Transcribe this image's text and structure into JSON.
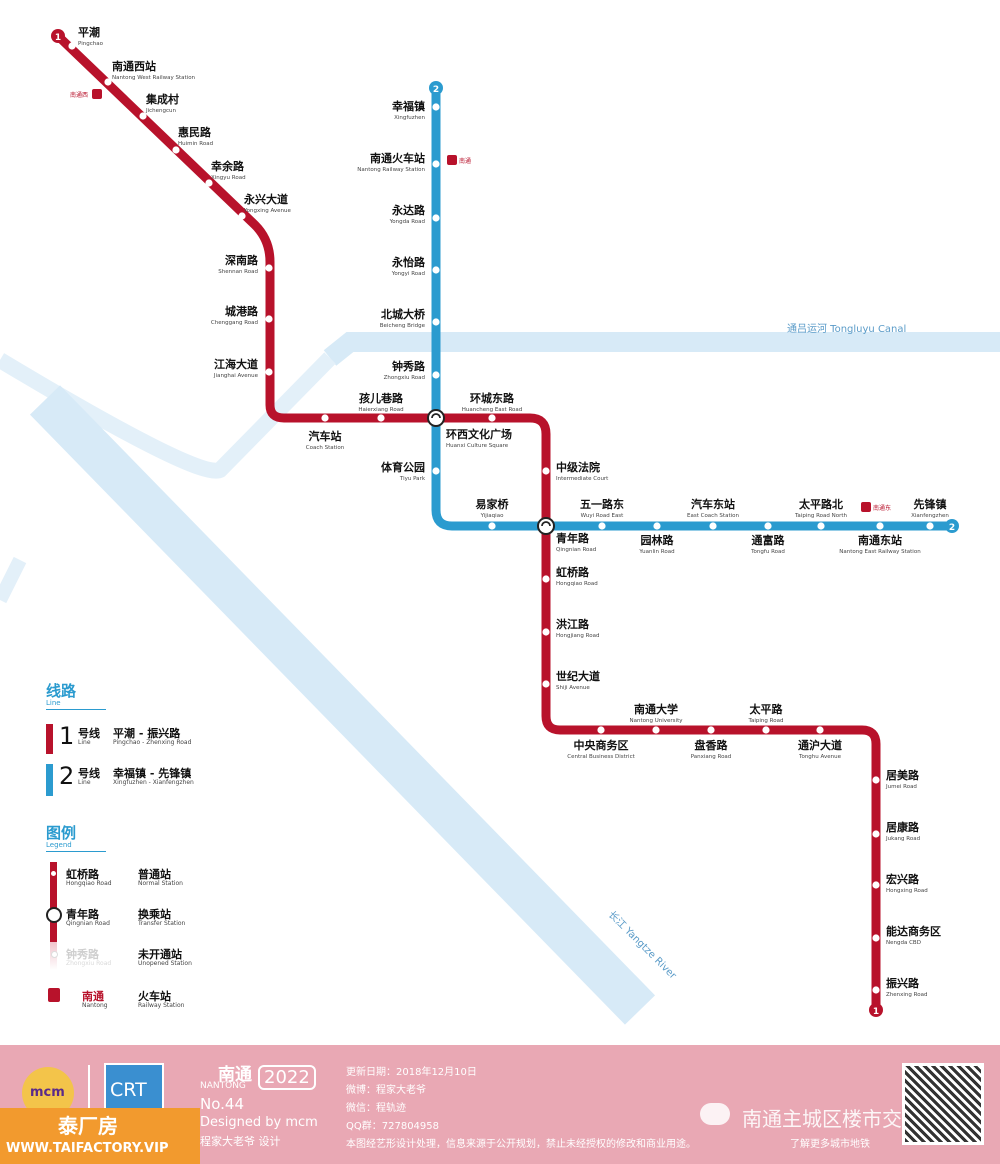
{
  "colors": {
    "line1": "#b8122b",
    "line2": "#2b9bcf",
    "water": "#d7eaf7",
    "footer": "#e9a8b4",
    "badge": "#f29a2e"
  },
  "rivers": {
    "canal": "通吕运河 Tongluyu Canal",
    "yangtze": "长江 Yangtze River"
  },
  "lines": {
    "line1_terminal_number": "1",
    "line2_terminal_number": "2",
    "line1_stations": [
      {
        "cn": "平潮",
        "en": "Pingchao"
      },
      {
        "cn": "南通西站",
        "en": "Nantong West Railway Station"
      },
      {
        "cn": "集成村",
        "en": "Jichengcun"
      },
      {
        "cn": "惠民路",
        "en": "Huimin Road"
      },
      {
        "cn": "幸余路",
        "en": "Xingyu Road"
      },
      {
        "cn": "永兴大道",
        "en": "Yongxing Avenue"
      },
      {
        "cn": "深南路",
        "en": "Shennan Road"
      },
      {
        "cn": "城港路",
        "en": "Chenggang Road"
      },
      {
        "cn": "江海大道",
        "en": "Jianghai Avenue"
      },
      {
        "cn": "汽车站",
        "en": "Coach Station"
      },
      {
        "cn": "孩儿巷路",
        "en": "Haierxiang Road"
      },
      {
        "cn": "环城东路",
        "en": "Huancheng East Road"
      },
      {
        "cn": "中级法院",
        "en": "Intermediate Court"
      },
      {
        "cn": "青年路",
        "en": "Qingnian Road"
      },
      {
        "cn": "虹桥路",
        "en": "Hongqiao Road"
      },
      {
        "cn": "洪江路",
        "en": "Hongjiang Road"
      },
      {
        "cn": "世纪大道",
        "en": "Shiji Avenue"
      },
      {
        "cn": "中央商务区",
        "en": "Central Business District"
      },
      {
        "cn": "南通大学",
        "en": "Nantong University"
      },
      {
        "cn": "盘香路",
        "en": "Panxiang Road"
      },
      {
        "cn": "太平路",
        "en": "Taiping Road"
      },
      {
        "cn": "通沪大道",
        "en": "Tonghu Avenue"
      },
      {
        "cn": "居美路",
        "en": "Jumei Road"
      },
      {
        "cn": "居康路",
        "en": "Jukang Road"
      },
      {
        "cn": "宏兴路",
        "en": "Hongxing Road"
      },
      {
        "cn": "能达商务区",
        "en": "Nengda CBD"
      },
      {
        "cn": "振兴路",
        "en": "Zhenxing Road"
      }
    ],
    "line2_stations": [
      {
        "cn": "幸福镇",
        "en": "Xingfuzhen"
      },
      {
        "cn": "南通火车站",
        "en": "Nantong Railway Station"
      },
      {
        "cn": "永达路",
        "en": "Yongda Road"
      },
      {
        "cn": "永怡路",
        "en": "Yongyi Road"
      },
      {
        "cn": "北城大桥",
        "en": "Beicheng Bridge"
      },
      {
        "cn": "钟秀路",
        "en": "Zhongxiu Road"
      },
      {
        "cn": "环西文化广场",
        "en": "Huanxi Culture Square"
      },
      {
        "cn": "体育公园",
        "en": "Tiyu Park"
      },
      {
        "cn": "易家桥",
        "en": "Yijiaqiao"
      },
      {
        "cn": "五一路东",
        "en": "Wuyi Road East"
      },
      {
        "cn": "园林路",
        "en": "Yuanlin Road"
      },
      {
        "cn": "汽车东站",
        "en": "East Coach Station"
      },
      {
        "cn": "通富路",
        "en": "Tongfu Road"
      },
      {
        "cn": "太平路北",
        "en": "Taiping Road North"
      },
      {
        "cn": "南通东站",
        "en": "Nantong East Railway Station"
      },
      {
        "cn": "先锋镇",
        "en": "Xianfengzhen"
      }
    ],
    "rail_icons": {
      "west": "南通西",
      "central": "南通",
      "east": "南通东"
    }
  },
  "legend_lines": {
    "title_cn": "线路",
    "title_en": "Line",
    "line1": {
      "num": "1",
      "cn_suffix": "号线",
      "en_suffix": "Line",
      "route_cn": "平潮 - 振兴路",
      "route_en": "Pingchao - Zhenxing Road"
    },
    "line2": {
      "num": "2",
      "cn_suffix": "号线",
      "en_suffix": "Line",
      "route_cn": "幸福镇 - 先锋镇",
      "route_en": "Xingfuzhen - Xianfengzhen"
    }
  },
  "legend_symbols": {
    "title_cn": "图例",
    "title_en": "Legend",
    "normal": {
      "sample_cn": "虹桥路",
      "sample_en": "Hongqiao Road",
      "label_cn": "普通站",
      "label_en": "Normal Station"
    },
    "transfer": {
      "sample_cn": "青年路",
      "sample_en": "Qingnian Road",
      "label_cn": "换乘站",
      "label_en": "Transfer Station"
    },
    "unopened": {
      "sample_cn": "钟秀路",
      "sample_en": "Zhongxiu Road",
      "label_cn": "未开通站",
      "label_en": "Unopened Station"
    },
    "railway": {
      "sample_cn": "南通",
      "sample_en": "Nantong",
      "label_cn": "火车站",
      "label_en": "Railway Station"
    }
  },
  "footer": {
    "brand": "mcm",
    "crt": "CRT",
    "city_cn": "南通",
    "city_en": "NANTONG",
    "year": "2022",
    "issue": "No.44",
    "designed": "Designed by mcm",
    "designer": "程家大老爷 设计",
    "update": "更新日期：2018年12月10日",
    "weibo": "微博：程家大老爷",
    "wechat": "微信：程轨迹",
    "qq": "QQ群：727804958",
    "disclaimer": "本图经艺形设计处理，信息来源于公开规划，禁止未经授权的修改和商业用途。",
    "more": "了解更多城市地铁",
    "watermark": "南通主城区楼市交流"
  },
  "badge": {
    "title": "泰厂房",
    "url": "WWW.TAIFACTORY.VIP"
  }
}
